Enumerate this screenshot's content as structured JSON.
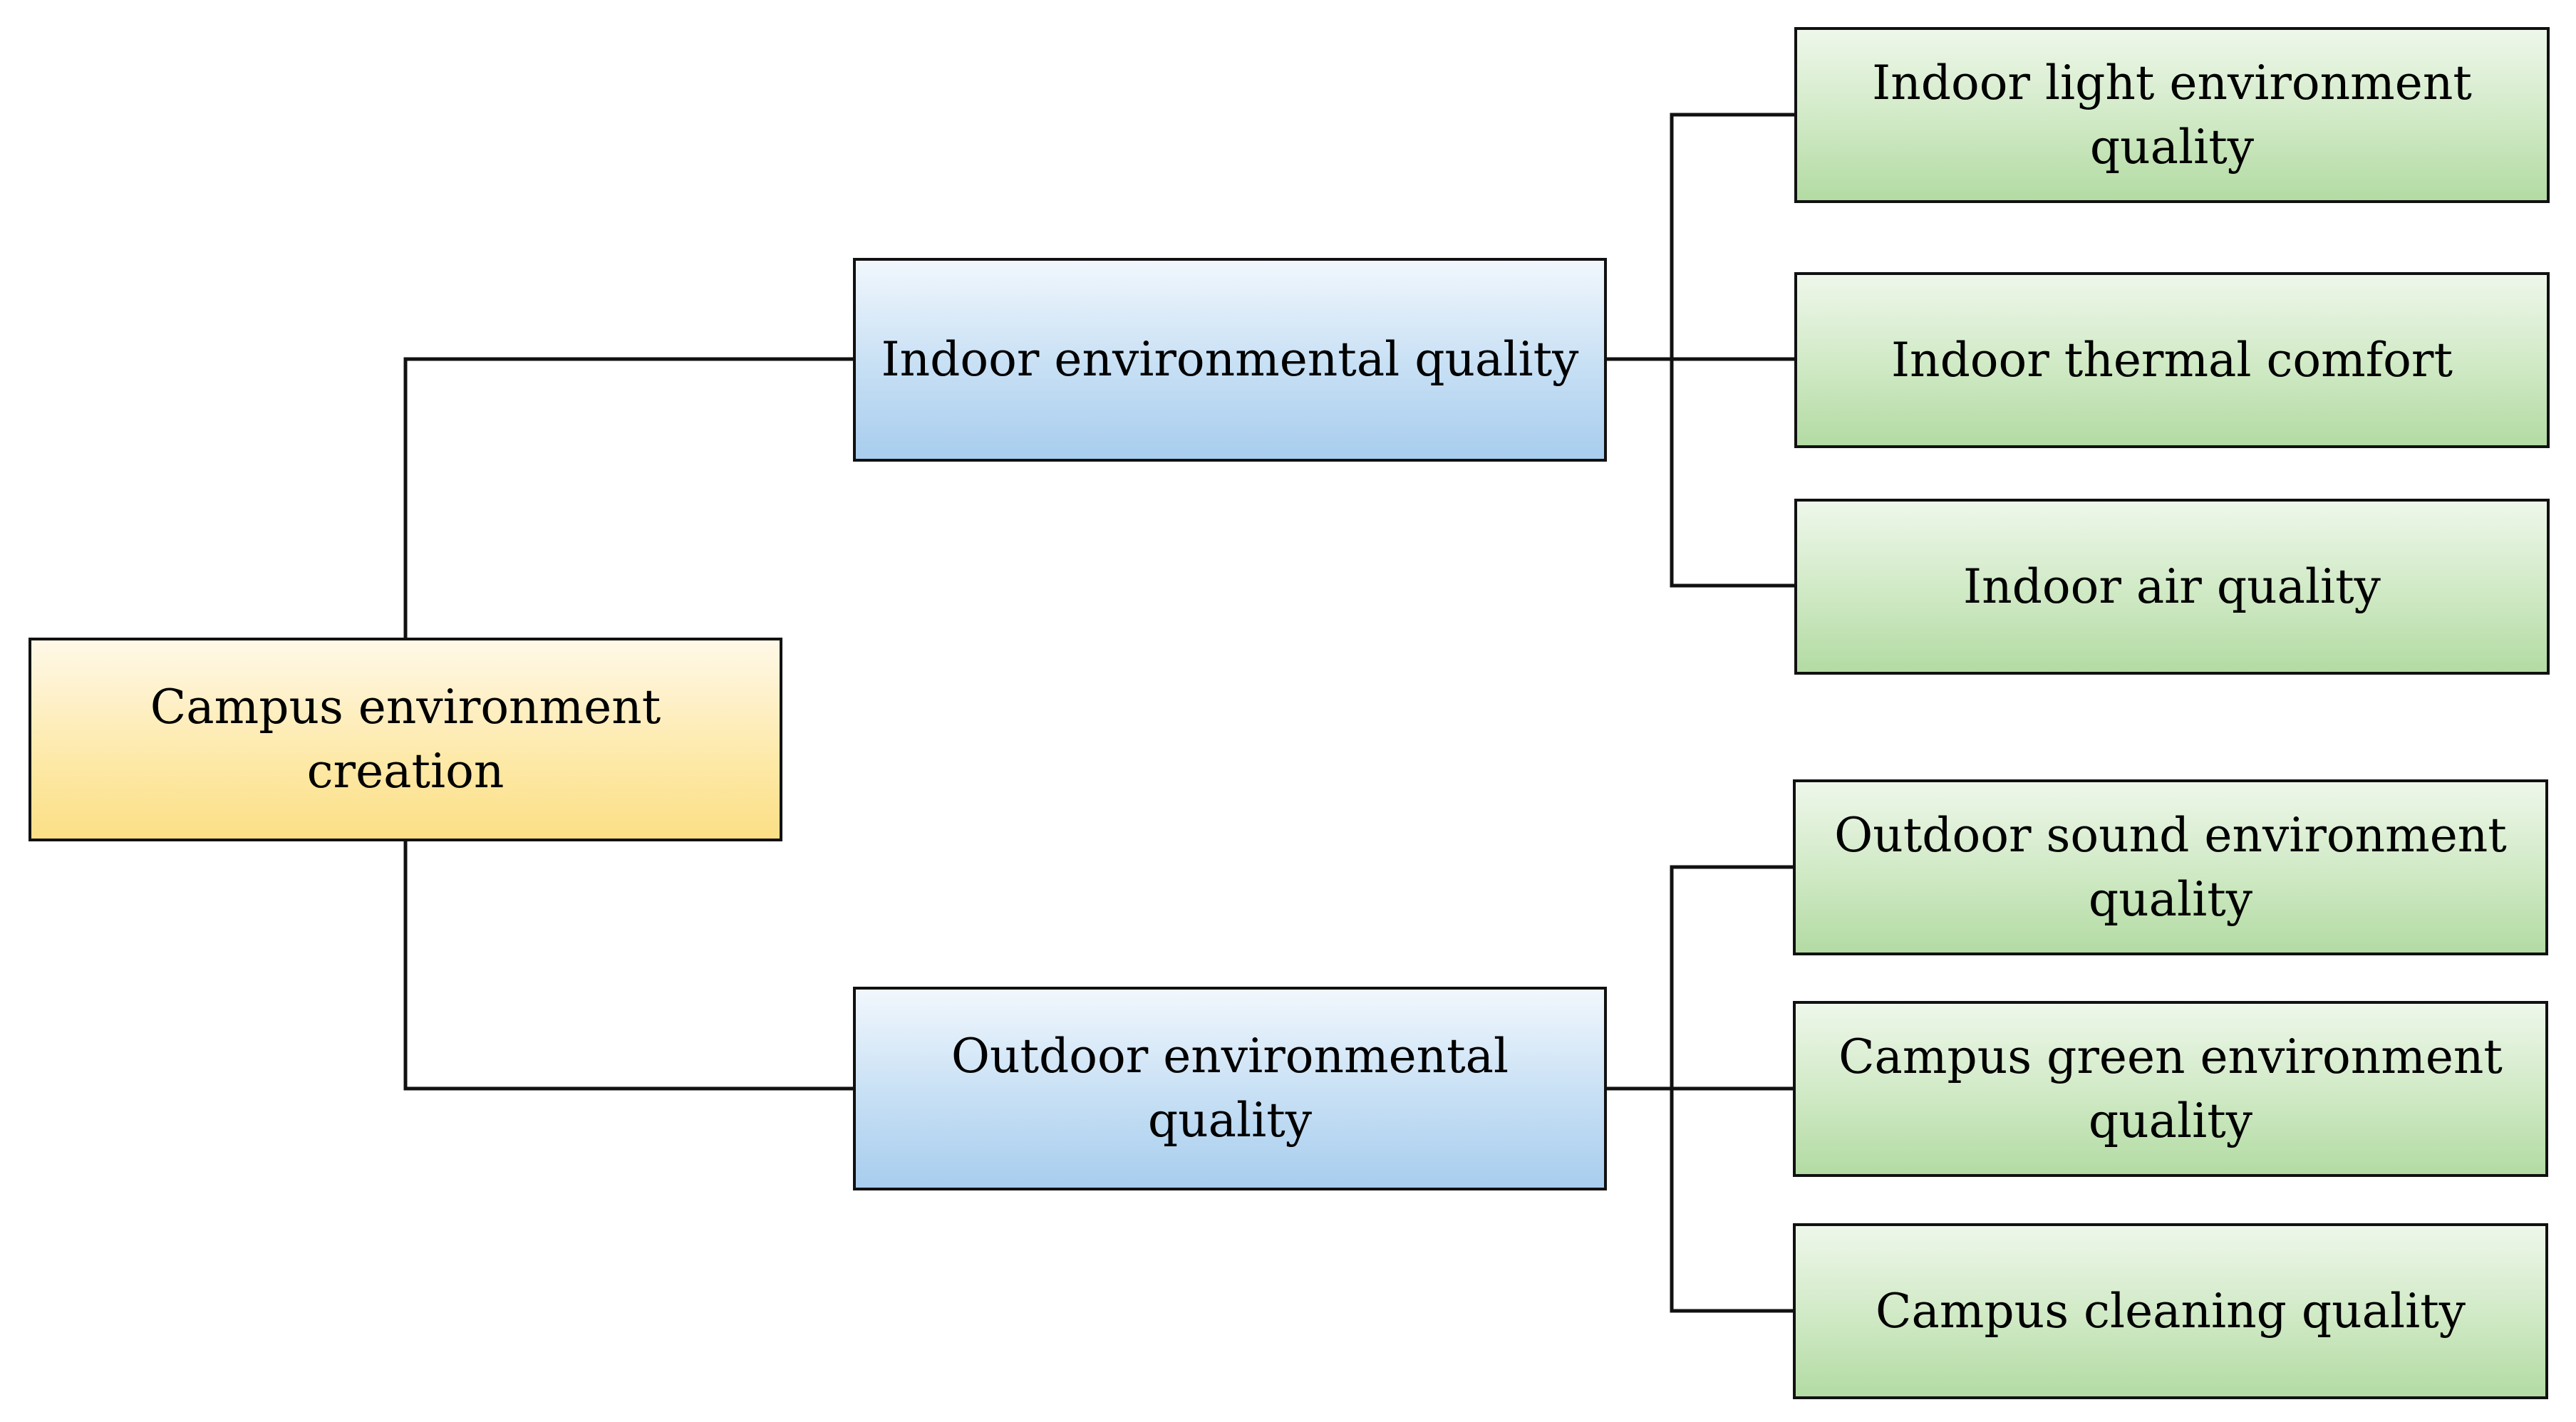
{
  "diagram": {
    "root": {
      "label": "Campus environment creation"
    },
    "branches": [
      {
        "label": "Indoor environmental quality",
        "children": [
          "Indoor light environment quality",
          "Indoor thermal comfort",
          "Indoor air quality"
        ]
      },
      {
        "label": "Outdoor environmental quality",
        "children": [
          "Outdoor sound environment quality",
          "Campus green environment quality",
          "Campus cleaning quality"
        ]
      }
    ]
  },
  "colors": {
    "root_fill": "#fde9a8",
    "branch_fill": "#c6dff4",
    "leaf_fill": "#cfe9c4",
    "line": "#111111"
  }
}
